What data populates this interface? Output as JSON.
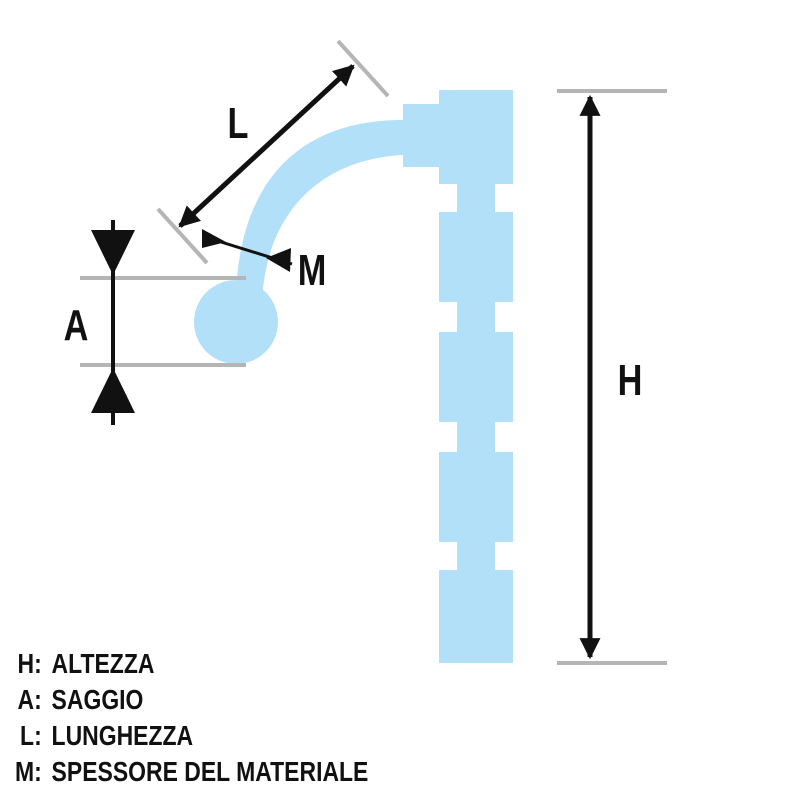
{
  "colors": {
    "part": "#b3e0f9",
    "extension": "#b5b5b5",
    "arrow": "#111111",
    "text": "#111111"
  },
  "dimensions": {
    "H": "H",
    "A": "A",
    "L": "L",
    "M": "M"
  },
  "legend": [
    {
      "key": "H:",
      "text": "ALTEZZA"
    },
    {
      "key": "A:",
      "text": "SAGGIO"
    },
    {
      "key": "L:",
      "text": "LUNGHEZZA"
    },
    {
      "key": "M:",
      "text": "SPESSORE DEL MATERIALE"
    }
  ]
}
